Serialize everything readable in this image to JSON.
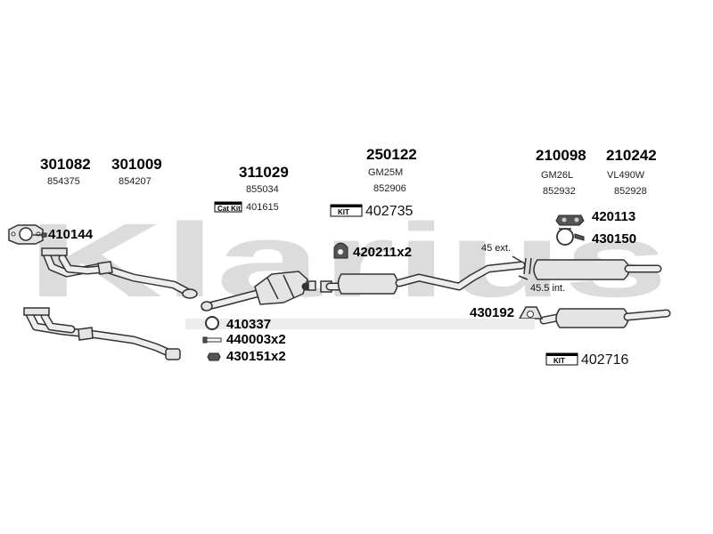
{
  "watermark": "Klarius",
  "groups": [
    {
      "part": "301082",
      "sub": "854375"
    },
    {
      "part": "301009",
      "sub": "854207"
    },
    {
      "part": "311029",
      "sub": "855034"
    },
    {
      "part": "250122",
      "sub": "GM25M",
      "sub2": "852906"
    },
    {
      "part": "210098",
      "sub": "GM26L",
      "sub2": "852932"
    },
    {
      "part": "210242",
      "sub": "VL490W",
      "sub2": "852928"
    }
  ],
  "catkit": {
    "badge": "Cat Kit",
    "number": "401615"
  },
  "kits": [
    {
      "badge": "KIT",
      "number": "402735"
    },
    {
      "badge": "KIT",
      "number": "402716"
    }
  ],
  "fittings": {
    "f410144": "410144",
    "f420211": "420211x2",
    "f420113": "420113",
    "f430150": "430150",
    "f430192": "430192",
    "f410337": "410337",
    "f440003": "440003x2",
    "f430151": "430151x2"
  },
  "notes": {
    "ext": "45 ext.",
    "int": "45.5 int."
  },
  "colors": {
    "watermark": "#dcdcdc",
    "line": "#333333",
    "fill": "#e4e4e4"
  }
}
